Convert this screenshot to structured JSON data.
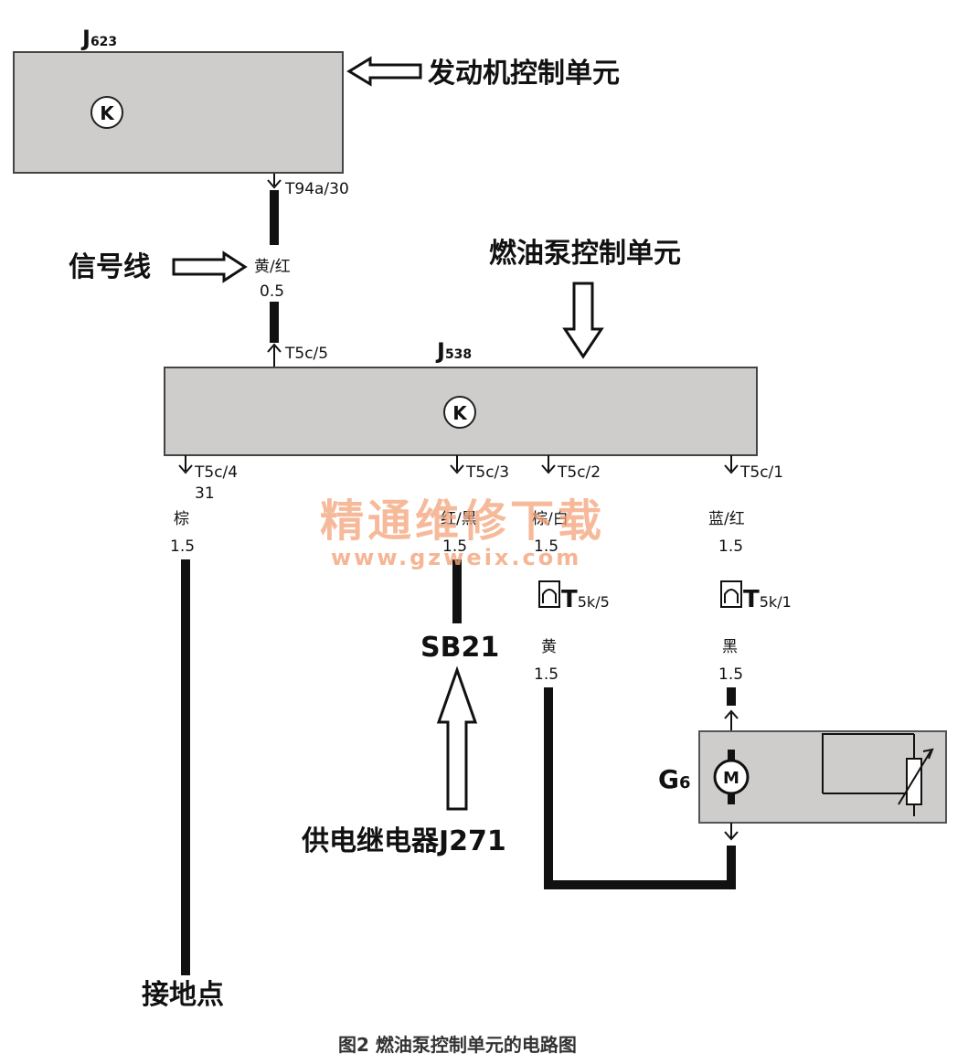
{
  "ecu_top": {
    "name": "J",
    "sub": "623",
    "arrow_label": "发动机控制单元"
  },
  "ecu_pump": {
    "name": "J",
    "sub": "538",
    "arrow_label": "燃油泵控制单元"
  },
  "signal_label": "信号线",
  "pins": {
    "t94a30": "T94a/30",
    "t5c5": "T5c/5",
    "t5c4": "T5c/4",
    "t5c4_sub": "31",
    "t5c3": "T5c/3",
    "t5c2": "T5c/2",
    "t5c1": "T5c/1"
  },
  "wires": {
    "signal_color": "黄/红",
    "signal_size": "0.5",
    "ground_color": "棕",
    "ground_size": "1.5",
    "sb_color": "红/黑",
    "sb_size": "1.5",
    "pump_neg_color": "棕/白",
    "pump_neg_size": "1.5",
    "pump_pos_color": "蓝/红",
    "pump_pos_size": "1.5",
    "t5k5_color": "黄",
    "t5k5_size": "1.5",
    "t5k1_color": "黑",
    "t5k1_size": "1.5"
  },
  "connectors": {
    "t5k5_main": "T",
    "t5k5_sub": "5k/5",
    "t5k1_main": "T",
    "t5k1_sub": "5k/1"
  },
  "fuse": "SB21",
  "relay_label": "供电继电器J271",
  "ground_label": "接地点",
  "pump": {
    "name": "G",
    "sub": "6",
    "motor": "M"
  },
  "ecu_symbol": "K",
  "watermark": {
    "line1": "精通维修下载",
    "line2": "www.gzweix.com"
  },
  "caption": "图2  燃油泵控制单元的电路图",
  "colors": {
    "wire": "#111111",
    "ecu_fill": "#cfcdcb",
    "watermark": "#f4a37a"
  }
}
